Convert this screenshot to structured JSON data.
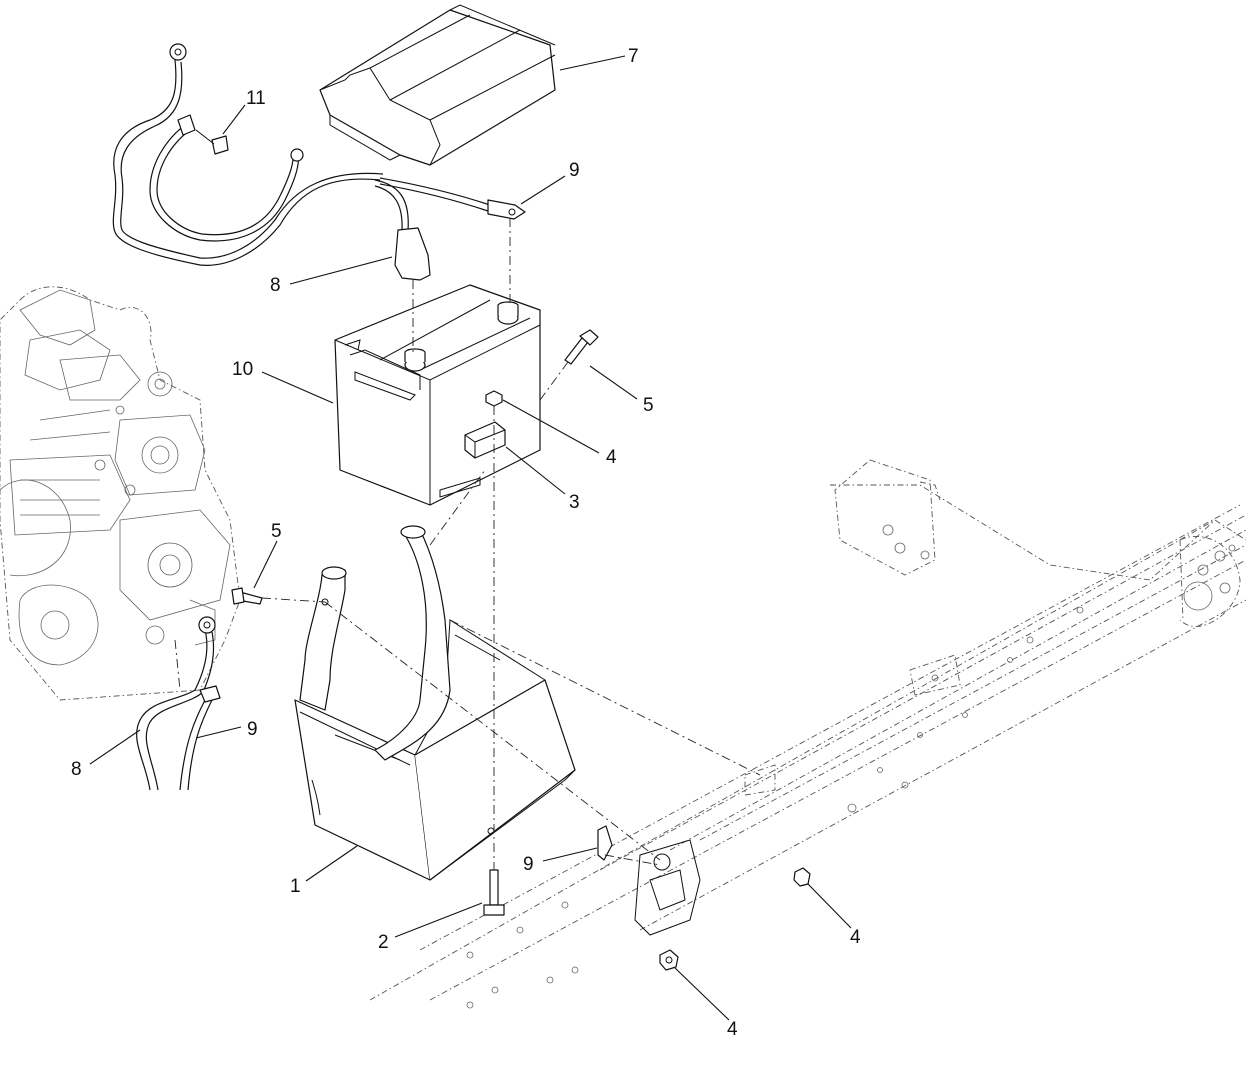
{
  "diagram": {
    "callouts": [
      {
        "id": "c7",
        "text": "7"
      },
      {
        "id": "c11",
        "text": "11"
      },
      {
        "id": "c9a",
        "text": "9"
      },
      {
        "id": "c8a",
        "text": "8"
      },
      {
        "id": "c10",
        "text": "10"
      },
      {
        "id": "c5a",
        "text": "5"
      },
      {
        "id": "c4a",
        "text": "4"
      },
      {
        "id": "c3",
        "text": "3"
      },
      {
        "id": "c5b",
        "text": "5"
      },
      {
        "id": "c9b",
        "text": "9"
      },
      {
        "id": "c8b",
        "text": "8"
      },
      {
        "id": "c1",
        "text": "1"
      },
      {
        "id": "c9c",
        "text": "9"
      },
      {
        "id": "c2",
        "text": "2"
      },
      {
        "id": "c4b",
        "text": "4"
      },
      {
        "id": "c4c",
        "text": "4"
      }
    ]
  }
}
